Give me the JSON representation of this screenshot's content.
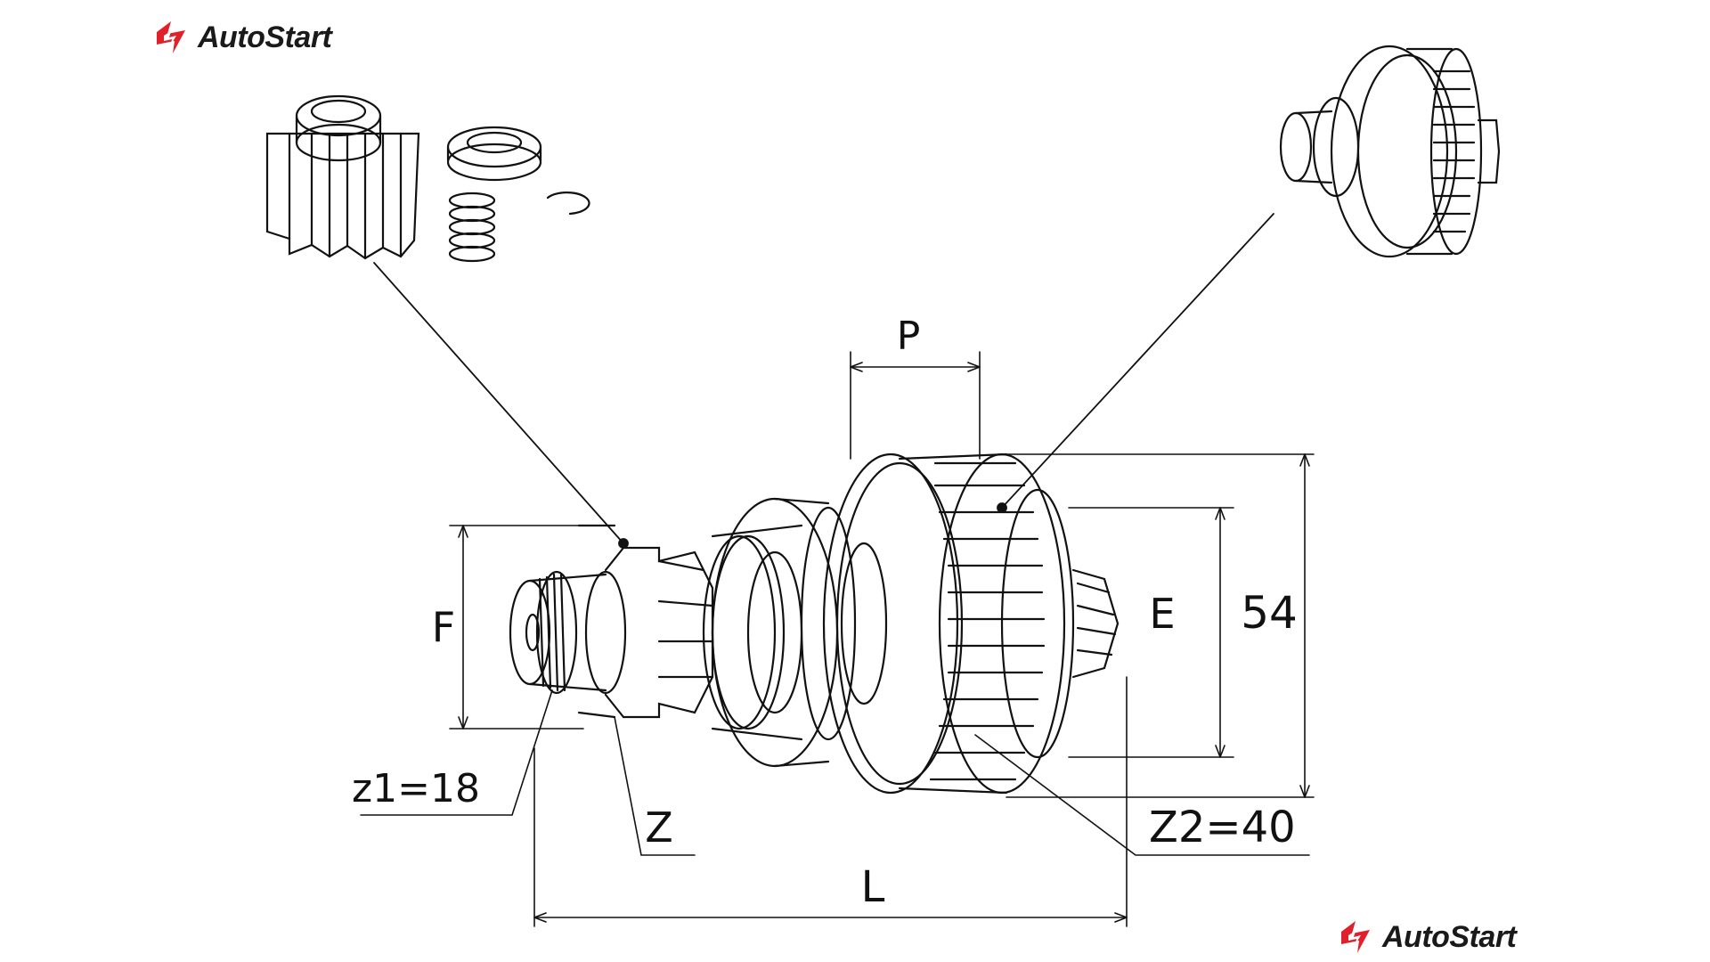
{
  "logo": {
    "text": "AutoStart",
    "brand_color": "#e0202a"
  },
  "labels": {
    "p": "P",
    "f": "F",
    "e": "E",
    "dim_54": "54",
    "z": "Z",
    "l": "L",
    "z1": "z1=18",
    "z2": "Z2=40"
  },
  "colors": {
    "line": "#111111",
    "background": "#ffffff"
  }
}
